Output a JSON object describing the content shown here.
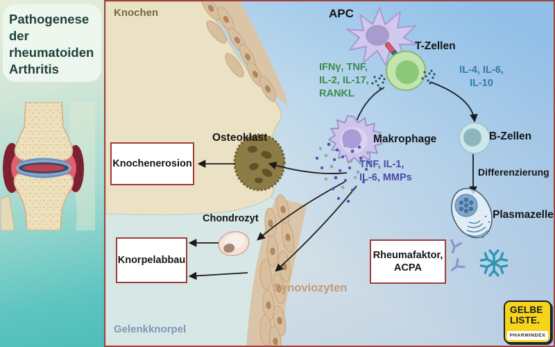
{
  "sidebar": {
    "title": "Pathogenese der rheumatoiden Arthritis"
  },
  "regions": {
    "bone_label": "Knochen",
    "cartilage_label": "Gelenkknorpel",
    "synoviocytes_label": "Synoviozyten"
  },
  "cells": {
    "apc": "APC",
    "t_cells": "T-Zellen",
    "b_cells": "B-Zellen",
    "macrophage": "Makrophage",
    "osteoclast": "Osteoklast",
    "chondrocyte": "Chondrozyt",
    "plasma_cell": "Plasmazelle"
  },
  "cytokines": {
    "t_pro": "IFNγ, TNF,\nIL-2, IL-17,\nRANKL",
    "t_to_b": "IL-4, IL-6,\nIL-10",
    "macrophage_products": "TNF, IL-1,\nIL-6, MMPs"
  },
  "process": {
    "differentiation": "Differenzierung"
  },
  "outcome_boxes": {
    "bone_erosion": "Knochenerosion",
    "cartilage_degradation": "Knorpelabbau",
    "autoantibodies": "Rheumafaktor,\nACPA"
  },
  "logo": {
    "line1": "GELBE",
    "line2": "LISTE.",
    "subtitle": "PHARMINDEX"
  },
  "colors": {
    "panel_border": "#9c4340",
    "box_border": "#a03b3b",
    "bone": "#ebe2c5",
    "cartilage": "#d6e7e5",
    "synovium_band": "#dbc5a8",
    "cytokine_green": "#3f8a4f",
    "cytokine_blue": "#2e7ca8",
    "cytokine_purple": "#4b4aa5",
    "synoviocyte_label": "#c49a76",
    "cartilage_label": "#7e98b6",
    "bone_label": "#70683f",
    "logo_yellow": "#f6d41c"
  }
}
